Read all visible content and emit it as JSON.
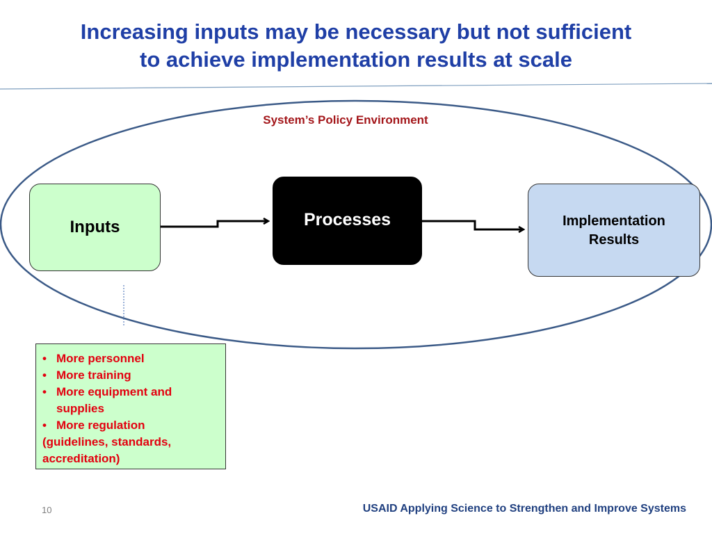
{
  "title": {
    "line1": "Increasing inputs may be necessary but not sufficient",
    "line2": "to achieve implementation results at scale"
  },
  "diagram": {
    "environment_label": "System’s  Policy Environment",
    "inputs_label": "Inputs",
    "processes_label": "Processes",
    "results_label_line1": "Implementation",
    "results_label_line2": "Results"
  },
  "input_examples": {
    "bullet_symbol": "•",
    "items": [
      "More personnel",
      "More training",
      "More equipment and supplies",
      "More regulation"
    ],
    "continuation_line1": "(guidelines, standards,",
    "continuation_line2": "accreditation)"
  },
  "footer": {
    "page_number": "10",
    "organization": "USAID Applying Science to Strengthen and Improve Systems"
  },
  "colors": {
    "title": "#1f3fa6",
    "environment_label": "#a3161a",
    "inputs_fill": "#ccffcc",
    "processes_fill": "#000000",
    "results_fill": "#c6d9f1",
    "bullet_text": "#e3000f",
    "ellipse_stroke": "#3b5a87",
    "footer_text": "#1f3f7f"
  }
}
